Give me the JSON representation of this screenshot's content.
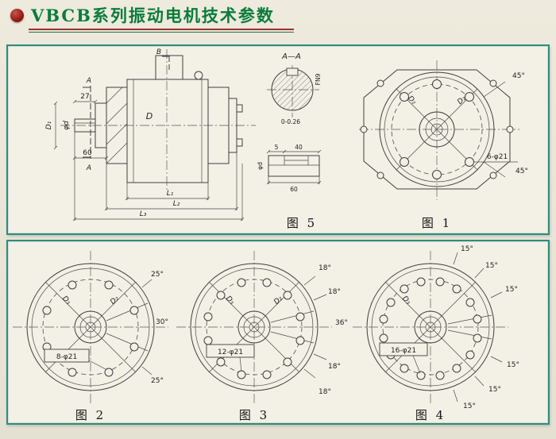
{
  "colors": {
    "page_bg": "#e9e5d8",
    "panel_bg": "#f3f0e6",
    "panel_border": "#2e8e7c",
    "title_green": "#0a7c3c",
    "bullet_red": "#8d120e",
    "underline_red": "#9c3128",
    "underline_green": "#226b55",
    "line": "#3f3f3f"
  },
  "header": {
    "title": "VBCB系列振动电机技术参数"
  },
  "top_panel": {
    "side_view": {
      "section_b": "B",
      "section_a_top": "A",
      "section_a_bottom": "A",
      "dim_27": "27",
      "dim_60": "60",
      "phi_d": "φd",
      "d1": "D₁",
      "body_d": "D",
      "l1": "L₁",
      "l2": "L₂",
      "l3": "L₃"
    },
    "fig5": {
      "section_title": "A—A",
      "key_fit": "FN9",
      "tolerance": "0-0.26",
      "dim_5": "5",
      "dim_40": "40",
      "dim_60": "60",
      "phi_d": "φd",
      "caption": "图 5"
    },
    "fig1": {
      "caption": "图 1",
      "holes": "6-φ21",
      "dia_left": "D₂",
      "dia_right": "D₂",
      "angle_top": "45°",
      "angle_bottom": "45°"
    }
  },
  "bottom_panel": {
    "fig2": {
      "caption": "图 2",
      "holes": "8-φ21",
      "dia_left": "D₃",
      "dia_right": "D₂",
      "angles": [
        "25°",
        "30°",
        "25°"
      ]
    },
    "fig3": {
      "caption": "图 3",
      "holes": "12-φ21",
      "dia_left": "D₃",
      "dia_right": "D₂",
      "angles": [
        "18°",
        "18°",
        "36°",
        "18°",
        "18°"
      ]
    },
    "fig4": {
      "caption": "图 4",
      "holes": "16-φ21",
      "dia_left": "D₃",
      "angles": [
        "15°",
        "15°",
        "15°",
        "15°",
        "15°",
        "15°"
      ]
    }
  }
}
